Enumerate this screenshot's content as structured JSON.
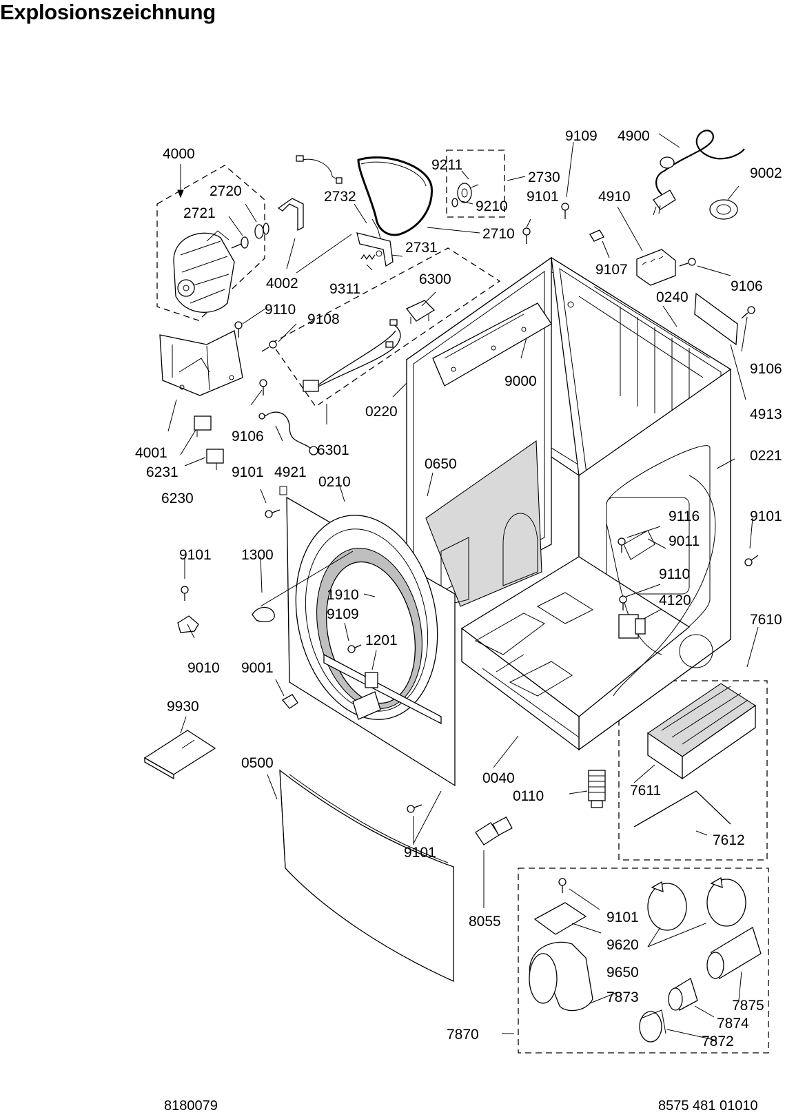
{
  "title": "Explosionszeichnung",
  "footer": {
    "left": "8180079",
    "right": "8575 481 01010"
  },
  "diagram": {
    "callouts": [
      {
        "id": "c4000",
        "text": "4000"
      },
      {
        "id": "c2720",
        "text": "2720"
      },
      {
        "id": "c2721",
        "text": "2721"
      },
      {
        "id": "c4002",
        "text": "4002"
      },
      {
        "id": "c2732",
        "text": "2732"
      },
      {
        "id": "c9211",
        "text": "9211"
      },
      {
        "id": "c9210",
        "text": "9210"
      },
      {
        "id": "c2730",
        "text": "2730"
      },
      {
        "id": "c2710",
        "text": "2710"
      },
      {
        "id": "c2731",
        "text": "2731"
      },
      {
        "id": "c9311",
        "text": "9311"
      },
      {
        "id": "c6300",
        "text": "6300"
      },
      {
        "id": "c9109a",
        "text": "9109"
      },
      {
        "id": "c4900",
        "text": "4900"
      },
      {
        "id": "c9002",
        "text": "9002"
      },
      {
        "id": "c9101a",
        "text": "9101"
      },
      {
        "id": "c4910",
        "text": "4910"
      },
      {
        "id": "c9107",
        "text": "9107"
      },
      {
        "id": "c9106a",
        "text": "9106"
      },
      {
        "id": "c0240",
        "text": "0240"
      },
      {
        "id": "c9106b",
        "text": "9106"
      },
      {
        "id": "c4913",
        "text": "4913"
      },
      {
        "id": "c9110a",
        "text": "9110"
      },
      {
        "id": "c9108",
        "text": "9108"
      },
      {
        "id": "c9000",
        "text": "9000"
      },
      {
        "id": "c0220",
        "text": "0220"
      },
      {
        "id": "c4001",
        "text": "4001"
      },
      {
        "id": "c9106c",
        "text": "9106"
      },
      {
        "id": "c6301",
        "text": "6301"
      },
      {
        "id": "c6231",
        "text": "6231"
      },
      {
        "id": "c4921",
        "text": "4921"
      },
      {
        "id": "c6230",
        "text": "6230"
      },
      {
        "id": "c9101b",
        "text": "9101"
      },
      {
        "id": "c0210",
        "text": "0210"
      },
      {
        "id": "c0650",
        "text": "0650"
      },
      {
        "id": "c0221",
        "text": "0221"
      },
      {
        "id": "c9101c",
        "text": "9101"
      },
      {
        "id": "c9116",
        "text": "9116"
      },
      {
        "id": "c9011",
        "text": "9011"
      },
      {
        "id": "c9101d",
        "text": "9101"
      },
      {
        "id": "c1300",
        "text": "1300"
      },
      {
        "id": "c1910",
        "text": "1910"
      },
      {
        "id": "c9109b",
        "text": "9109"
      },
      {
        "id": "c1201",
        "text": "1201"
      },
      {
        "id": "c9110b",
        "text": "9110"
      },
      {
        "id": "c4120",
        "text": "4120"
      },
      {
        "id": "c7610",
        "text": "7610"
      },
      {
        "id": "c9010",
        "text": "9010"
      },
      {
        "id": "c9001",
        "text": "9001"
      },
      {
        "id": "c9930",
        "text": "9930"
      },
      {
        "id": "c0500",
        "text": "0500"
      },
      {
        "id": "c0040",
        "text": "0040"
      },
      {
        "id": "c0110",
        "text": "0110"
      },
      {
        "id": "c7611",
        "text": "7611"
      },
      {
        "id": "c7612",
        "text": "7612"
      },
      {
        "id": "c9101e",
        "text": "9101"
      },
      {
        "id": "c8055",
        "text": "8055"
      },
      {
        "id": "c9101f",
        "text": "9101"
      },
      {
        "id": "c9620",
        "text": "9620"
      },
      {
        "id": "c9650",
        "text": "9650"
      },
      {
        "id": "c7873",
        "text": "7873"
      },
      {
        "id": "c7875",
        "text": "7875"
      },
      {
        "id": "c7874",
        "text": "7874"
      },
      {
        "id": "c7870",
        "text": "7870"
      },
      {
        "id": "c7872",
        "text": "7872"
      }
    ]
  }
}
